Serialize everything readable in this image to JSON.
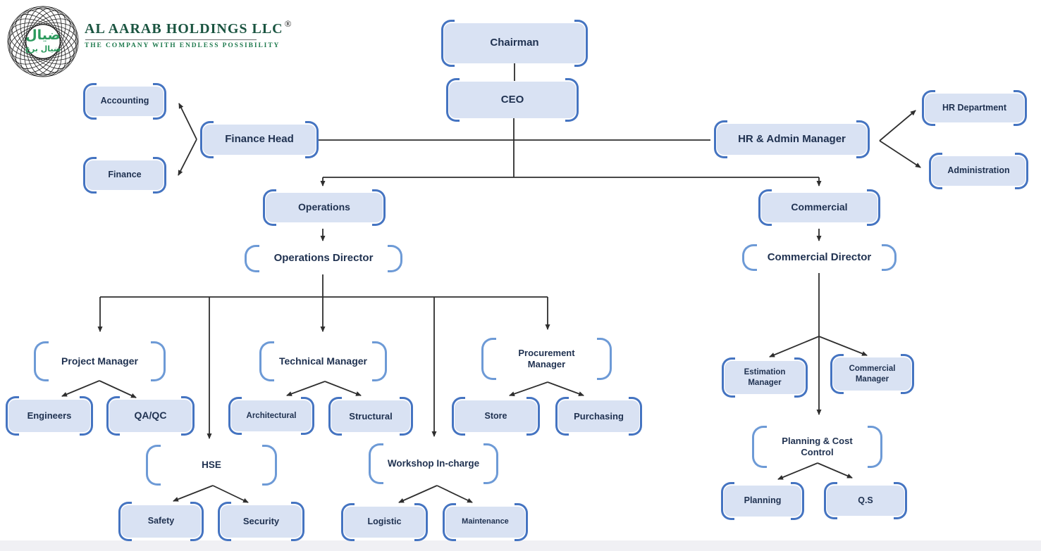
{
  "header": {
    "company_name": "AL AARAB HOLDINGS LLC",
    "registered_mark": "®",
    "tagline": "THE COMPANY WITH ENDLESS POSSIBILITY",
    "logo_arabic_line1": "ضيال",
    "logo_arabic_line2": "ضيال برع"
  },
  "colors": {
    "node_fill": "#d9e2f3",
    "bracket_dark": "#4574c1",
    "bracket_light": "#6d9ad6",
    "node_text": "#1f3150",
    "connector": "#2e2e2e",
    "brand_green_dark": "#1a5440",
    "brand_green": "#1f7a4e",
    "brand_green_bright": "#2b9a5d",
    "footer_band": "#f0f0f4"
  },
  "nodes": {
    "chairman": {
      "label": "Chairman"
    },
    "ceo": {
      "label": "CEO"
    },
    "finance_head": {
      "label": "Finance Head"
    },
    "accounting": {
      "label": "Accounting"
    },
    "finance": {
      "label": "Finance"
    },
    "hr_admin_manager": {
      "label": "HR & Admin Manager"
    },
    "hr_department": {
      "label": "HR Department"
    },
    "administration": {
      "label": "Administration"
    },
    "operations": {
      "label": "Operations"
    },
    "operations_director": {
      "label": "Operations Director"
    },
    "commercial": {
      "label": "Commercial"
    },
    "commercial_director": {
      "label": "Commercial Director"
    },
    "project_manager": {
      "label": "Project Manager"
    },
    "technical_manager": {
      "label": "Technical Manager"
    },
    "procurement_manager": {
      "label": "Procurement Manager"
    },
    "engineers": {
      "label": "Engineers"
    },
    "qa_qc": {
      "label": "QA/QC"
    },
    "architectural": {
      "label": "Architectural"
    },
    "structural": {
      "label": "Structural"
    },
    "store": {
      "label": "Store"
    },
    "purchasing": {
      "label": "Purchasing"
    },
    "hse": {
      "label": "HSE"
    },
    "workshop_incharge": {
      "label": "Workshop In-charge"
    },
    "safety": {
      "label": "Safety"
    },
    "security": {
      "label": "Security"
    },
    "logistic": {
      "label": "Logistic"
    },
    "maintenance": {
      "label": "Maintenance"
    },
    "estimation_manager": {
      "label": "Estimation Manager"
    },
    "commercial_manager": {
      "label": "Commercial Manager"
    },
    "planning_cost_control": {
      "label": "Planning & Cost Control"
    },
    "planning": {
      "label": "Planning"
    },
    "qs": {
      "label": "Q.S"
    }
  },
  "edges": [
    {
      "from": "chairman",
      "to": "ceo"
    },
    {
      "from": "ceo",
      "to": "finance_head"
    },
    {
      "from": "ceo",
      "to": "hr_admin_manager"
    },
    {
      "from": "ceo",
      "to": "operations"
    },
    {
      "from": "ceo",
      "to": "commercial"
    },
    {
      "from": "finance_head",
      "to": "accounting"
    },
    {
      "from": "finance_head",
      "to": "finance"
    },
    {
      "from": "hr_admin_manager",
      "to": "hr_department"
    },
    {
      "from": "hr_admin_manager",
      "to": "administration"
    },
    {
      "from": "operations",
      "to": "operations_director"
    },
    {
      "from": "operations_director",
      "to": "project_manager"
    },
    {
      "from": "operations_director",
      "to": "hse"
    },
    {
      "from": "operations_director",
      "to": "technical_manager"
    },
    {
      "from": "operations_director",
      "to": "workshop_incharge"
    },
    {
      "from": "operations_director",
      "to": "procurement_manager"
    },
    {
      "from": "project_manager",
      "to": "engineers"
    },
    {
      "from": "project_manager",
      "to": "qa_qc"
    },
    {
      "from": "technical_manager",
      "to": "architectural"
    },
    {
      "from": "technical_manager",
      "to": "structural"
    },
    {
      "from": "procurement_manager",
      "to": "store"
    },
    {
      "from": "procurement_manager",
      "to": "purchasing"
    },
    {
      "from": "hse",
      "to": "safety"
    },
    {
      "from": "hse",
      "to": "security"
    },
    {
      "from": "workshop_incharge",
      "to": "logistic"
    },
    {
      "from": "workshop_incharge",
      "to": "maintenance"
    },
    {
      "from": "commercial",
      "to": "commercial_director"
    },
    {
      "from": "commercial_director",
      "to": "estimation_manager"
    },
    {
      "from": "commercial_director",
      "to": "commercial_manager"
    },
    {
      "from": "commercial_director",
      "to": "planning_cost_control"
    },
    {
      "from": "planning_cost_control",
      "to": "planning"
    },
    {
      "from": "planning_cost_control",
      "to": "qs"
    }
  ]
}
